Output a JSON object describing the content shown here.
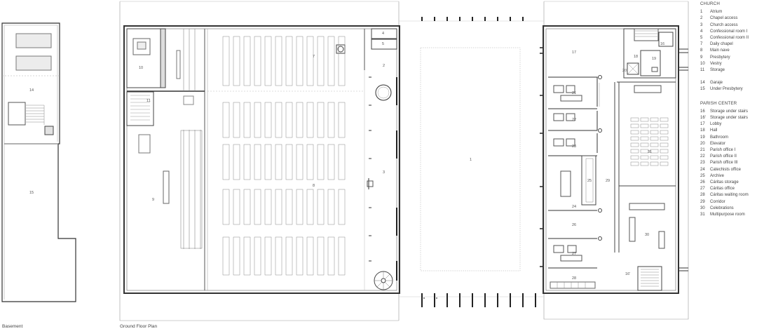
{
  "captions": {
    "basement": "Basement",
    "ground_floor": "Ground Floor Plan"
  },
  "legend": {
    "church": {
      "title": "CHURCH",
      "items": [
        {
          "n": "1",
          "label": "Atrium"
        },
        {
          "n": "2",
          "label": "Chapel access"
        },
        {
          "n": "3",
          "label": "Church access"
        },
        {
          "n": "4",
          "label": "Confessional room I"
        },
        {
          "n": "5",
          "label": "Confessional room II"
        },
        {
          "n": "7",
          "label": "Daily chapel"
        },
        {
          "n": "8",
          "label": "Main nave"
        },
        {
          "n": "9",
          "label": "Presbytery"
        },
        {
          "n": "10",
          "label": "Vestry"
        },
        {
          "n": "11",
          "label": "Storage"
        }
      ],
      "extra": [
        {
          "n": "14",
          "label": "Garaje"
        },
        {
          "n": "15",
          "label": "Under Presbytery"
        }
      ]
    },
    "parish": {
      "title": "PARISH CENTER",
      "items": [
        {
          "n": "16",
          "label": "Storage under stairs"
        },
        {
          "n": "16'",
          "label": "Storage under stairs"
        },
        {
          "n": "17",
          "label": "Lobby"
        },
        {
          "n": "18",
          "label": "Hall"
        },
        {
          "n": "19",
          "label": "Bathroom"
        },
        {
          "n": "20",
          "label": "Elevator"
        },
        {
          "n": "21",
          "label": "Parish office I"
        },
        {
          "n": "22",
          "label": "Parish office II"
        },
        {
          "n": "23",
          "label": "Parish office III"
        },
        {
          "n": "24",
          "label": "Catechists office"
        },
        {
          "n": "25",
          "label": "Archive"
        },
        {
          "n": "26",
          "label": "Cáritas storage"
        },
        {
          "n": "27",
          "label": "Cáritas office"
        },
        {
          "n": "28",
          "label": "Cáritas waiting room"
        },
        {
          "n": "29",
          "label": "Corridor"
        },
        {
          "n": "30",
          "label": "Celebrations"
        },
        {
          "n": "31",
          "label": "Multipurpose room"
        }
      ]
    }
  },
  "room_labels": {
    "r1": "1",
    "r2": "2",
    "r3": "3",
    "r4": "4",
    "r5": "5",
    "r7": "7",
    "r8": "8",
    "r9": "9",
    "r10": "10",
    "r11": "11",
    "r14": "14",
    "r15": "15",
    "r16": "16",
    "r16b": "16'",
    "r17": "17",
    "r18": "18",
    "r19": "19",
    "r20": "20",
    "r21": "21",
    "r22": "22",
    "r23": "23",
    "r24": "24",
    "r25": "25",
    "r26": "26",
    "r27": "27",
    "r28": "28",
    "r29": "29",
    "r30": "30",
    "r31": "31"
  },
  "colors": {
    "line": "#333333",
    "thin": "#9a9a9a",
    "fill": "#e9e9e9"
  }
}
